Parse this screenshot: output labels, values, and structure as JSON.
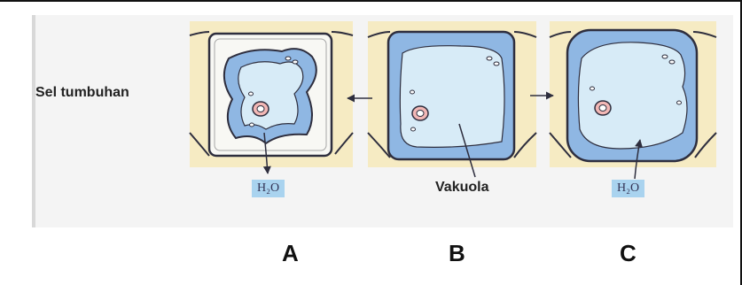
{
  "row_label": "Sel tumbuhan",
  "label_h2o": "H₂O",
  "label_vakuola": "Vakuola",
  "letters": [
    "A",
    "B",
    "C"
  ],
  "colors": {
    "cell_wall_fill": "#f6ebc3",
    "cytoplasm": "#8fb7e3",
    "vacuole": "#d7ebf7",
    "outline": "#2e2e3e",
    "nucleus": "#f2b7b5"
  }
}
